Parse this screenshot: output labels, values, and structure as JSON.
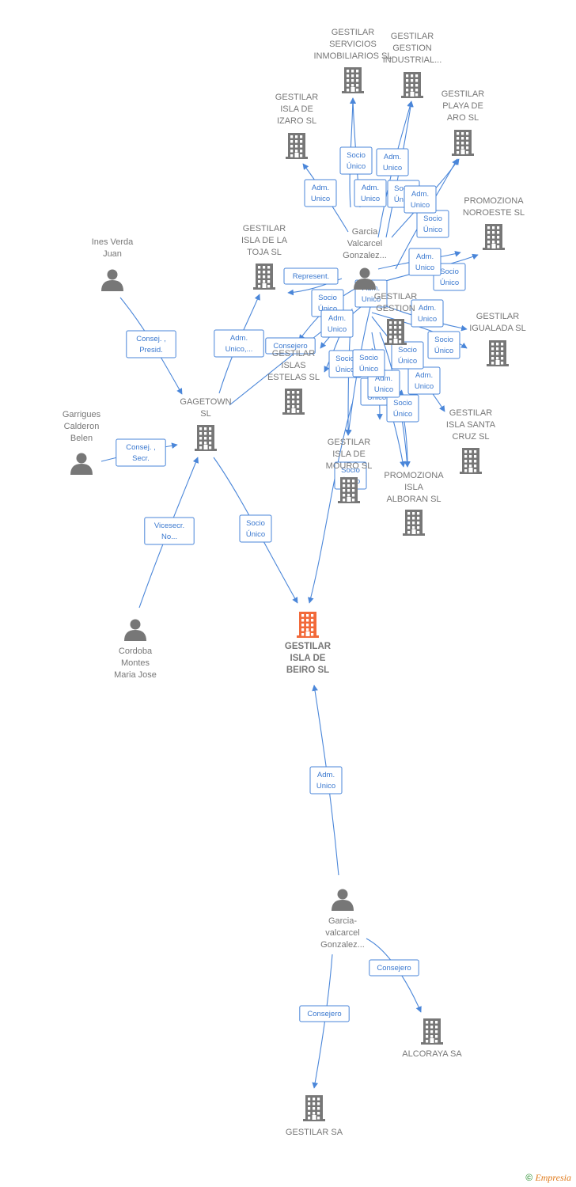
{
  "colors": {
    "company": "#777777",
    "focus_company": "#f26a3a",
    "person": "#777777",
    "edge": "#4a86d9"
  },
  "nodes": [
    {
      "id": "beiro",
      "type": "company",
      "focus": true,
      "lines": [
        "GESTILAR",
        "ISLA DE",
        "BEIRO  SL"
      ]
    },
    {
      "id": "gagetown",
      "type": "company",
      "lines": [
        "GAGETOWN",
        "SL"
      ]
    },
    {
      "id": "ines",
      "type": "person",
      "lines": [
        "Ines Verda",
        "Juan"
      ]
    },
    {
      "id": "garrigues",
      "type": "person",
      "lines": [
        "Garrigues",
        "Calderon",
        "Belen"
      ]
    },
    {
      "id": "cordoba",
      "type": "person",
      "lines": [
        "Cordoba",
        "Montes",
        "Maria Jose"
      ]
    },
    {
      "id": "garcia_top",
      "type": "person",
      "lines": [
        "Garcia",
        "Valcarcel",
        "Gonzalez..."
      ]
    },
    {
      "id": "garcia_bot",
      "type": "person",
      "lines": [
        "Garcia-",
        "valcarcel",
        "Gonzalez..."
      ]
    },
    {
      "id": "servicios",
      "type": "company",
      "lines": [
        "GESTILAR",
        "SERVICIOS",
        "INMOBILIARIOS SL"
      ]
    },
    {
      "id": "industrial",
      "type": "company",
      "lines": [
        "GESTILAR",
        "GESTION",
        "INDUSTRIAL..."
      ]
    },
    {
      "id": "izaro",
      "type": "company",
      "lines": [
        "GESTILAR",
        "ISLA DE",
        "IZARO  SL"
      ]
    },
    {
      "id": "playa",
      "type": "company",
      "lines": [
        "GESTILAR",
        "PLAYA DE",
        "ARO  SL"
      ]
    },
    {
      "id": "noroeste",
      "type": "company",
      "lines": [
        "PROMOZIONA",
        "NOROESTE  SL"
      ]
    },
    {
      "id": "toja",
      "type": "company",
      "lines": [
        "GESTILAR",
        "ISLA DE LA",
        "TOJA  SL"
      ]
    },
    {
      "id": "gestion",
      "type": "company",
      "lines": [
        "GESTILAR",
        "GESTION"
      ]
    },
    {
      "id": "igualada",
      "type": "company",
      "lines": [
        "GESTILAR",
        "IGUALADA  SL"
      ]
    },
    {
      "id": "estelas",
      "type": "company",
      "lines": [
        "GESTILAR",
        "ISLAS",
        "ESTELAS  SL"
      ]
    },
    {
      "id": "santacruz",
      "type": "company",
      "lines": [
        "GESTILAR",
        "ISLA SANTA",
        "CRUZ  SL"
      ]
    },
    {
      "id": "mouro",
      "type": "company",
      "lines": [
        "GESTILAR",
        "ISLA DE",
        "MOURO  SL"
      ]
    },
    {
      "id": "alboran",
      "type": "company",
      "lines": [
        "PROMOZIONA",
        "ISLA",
        "ALBORAN  SL"
      ]
    },
    {
      "id": "alcoraya",
      "type": "company",
      "lines": [
        "ALCORAYA SA"
      ]
    },
    {
      "id": "gestilarsa",
      "type": "company",
      "lines": [
        "GESTILAR SA"
      ]
    }
  ],
  "edges": [
    {
      "lines": [
        "Consej. ,",
        "Presid."
      ]
    },
    {
      "lines": [
        "Consej. ,",
        "Secr."
      ]
    },
    {
      "lines": [
        "Vicesecr.",
        "No..."
      ]
    },
    {
      "lines": [
        "Socio",
        "Único"
      ]
    },
    {
      "lines": [
        "Adm.",
        "Unico,..."
      ]
    },
    {
      "lines": [
        "Consejero"
      ]
    },
    {
      "lines": [
        "Socio",
        "Único"
      ]
    },
    {
      "lines": [
        "Adm.",
        "Unico"
      ]
    },
    {
      "lines": [
        "Consejero"
      ]
    },
    {
      "lines": [
        "Consejero"
      ]
    },
    {
      "lines": [
        "Adm.",
        "Unico"
      ]
    },
    {
      "lines": [
        "Socio",
        "Único"
      ]
    },
    {
      "lines": [
        "Adm.",
        "Unico"
      ]
    },
    {
      "lines": [
        "Adm.",
        "Unico"
      ]
    },
    {
      "lines": [
        "Socio",
        "Único"
      ]
    },
    {
      "lines": [
        "Socio",
        "Único"
      ]
    },
    {
      "lines": [
        "Adm.",
        "Unico"
      ]
    },
    {
      "lines": [
        "Socio",
        "Único"
      ]
    },
    {
      "lines": [
        "Represent."
      ]
    },
    {
      "lines": [
        "Socio",
        "Único"
      ]
    },
    {
      "lines": [
        "Adm.",
        "Unico"
      ]
    },
    {
      "lines": [
        "Adm.",
        "Unico"
      ]
    },
    {
      "lines": [
        "Socio",
        "Único"
      ]
    },
    {
      "lines": [
        "Adm.",
        "Unico"
      ]
    },
    {
      "lines": [
        "Socio",
        "Único"
      ]
    },
    {
      "lines": [
        "Adm.",
        "Unico"
      ]
    },
    {
      "lines": [
        "Socio",
        "Único"
      ]
    },
    {
      "lines": [
        "Socio",
        "Único"
      ]
    },
    {
      "lines": [
        "Adm.",
        "Unico"
      ]
    },
    {
      "lines": [
        "Socio",
        "Único"
      ]
    },
    {
      "lines": [
        "Adm.",
        "Unico"
      ]
    },
    {
      "lines": [
        "Socio",
        "Único"
      ]
    },
    {
      "lines": [
        "Socio",
        "Único"
      ]
    }
  ],
  "footer": {
    "copyright": "©",
    "brand": "Empresia"
  }
}
